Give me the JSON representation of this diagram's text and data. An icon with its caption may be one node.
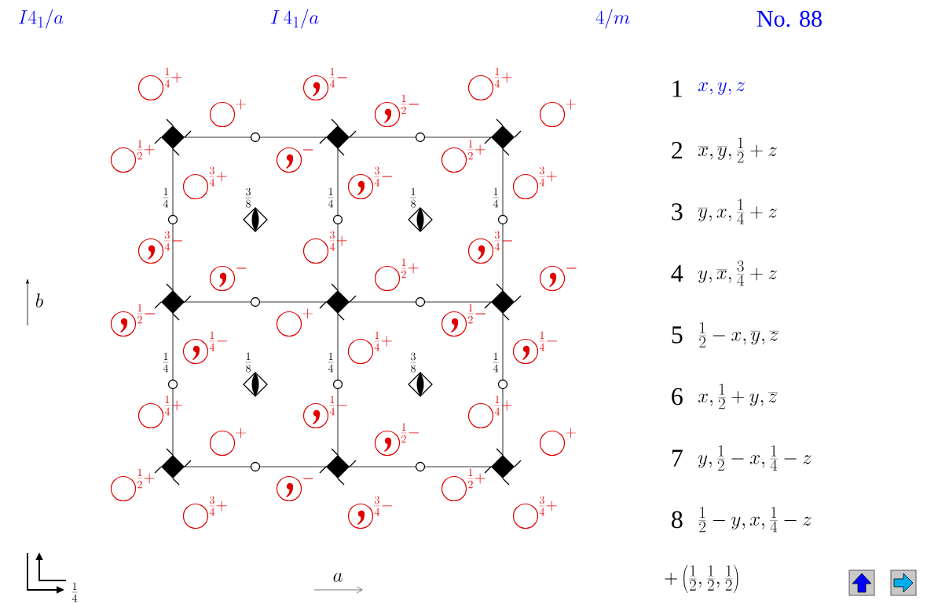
{
  "diagram": {
    "labels": [
      "I4_1/a",
      "I\\,4_1/a",
      "4/m",
      "No. 88",
      "\\frac{1}{4}+",
      "\\frac{1}{4}-",
      "\\frac{1}{4}+",
      "+",
      "\\frac{1}{2}-",
      "+",
      "\\frac{1}{2}+",
      "-",
      "\\frac{1}{2}+",
      "\\frac{3}{4}+",
      "\\frac{3}{4}-",
      "\\frac{3}{4}+",
      "\\frac{3}{4}-",
      "\\frac{3}{4}+",
      "\\frac{3}{4}-",
      "-",
      "\\frac{1}{2}+",
      "-",
      "\\frac{1}{2}-",
      "+",
      "\\frac{1}{2}-",
      "\\frac{1}{4}-",
      "\\frac{1}{4}+",
      "\\frac{1}{4}-",
      "\\frac{1}{4}+",
      "\\frac{1}{4}-",
      "\\frac{1}{4}+",
      "+",
      "\\frac{1}{2}-",
      "+",
      "\\frac{1}{2}+",
      "-",
      "\\frac{1}{2}+",
      "\\frac{3}{4}+",
      "\\frac{3}{4}-",
      "\\frac{3}{4}+",
      "\\frac{1}{4}",
      "\\frac{3}{8}",
      "\\frac{1}{4}",
      "\\frac{1}{8}",
      "\\frac{1}{4}",
      "\\frac{1}{4}",
      "\\frac{1}{8}",
      "\\frac{1}{4}",
      "\\frac{3}{8}",
      "\\frac{1}{4}",
      "b",
      "a",
      "\\frac{1}{4}",
      "1",
      "x, y, z",
      "2",
      "\\overline{x}, \\overline{y}, \\frac{1}{2}+z",
      "3",
      "\\overline{y}, x, \\frac{1}{4}+z",
      "4",
      "y, \\overline{x}, \\frac{3}{4}+z",
      "5",
      "\\frac{1}{2}-x, \\overline{y}, \\overline{z}",
      "6",
      "x, \\frac{1}{2}+y, \\overline{z}",
      "7",
      "y, \\frac{1}{2}-x, \\frac{1}{4}-z",
      "8",
      "\\frac{1}{2}-y, x, \\frac{1}{4}-z",
      "+\\left(\\frac{1}{2},\\frac{1}{2},\\frac{1}{2}\\right)"
    ]
  }
}
